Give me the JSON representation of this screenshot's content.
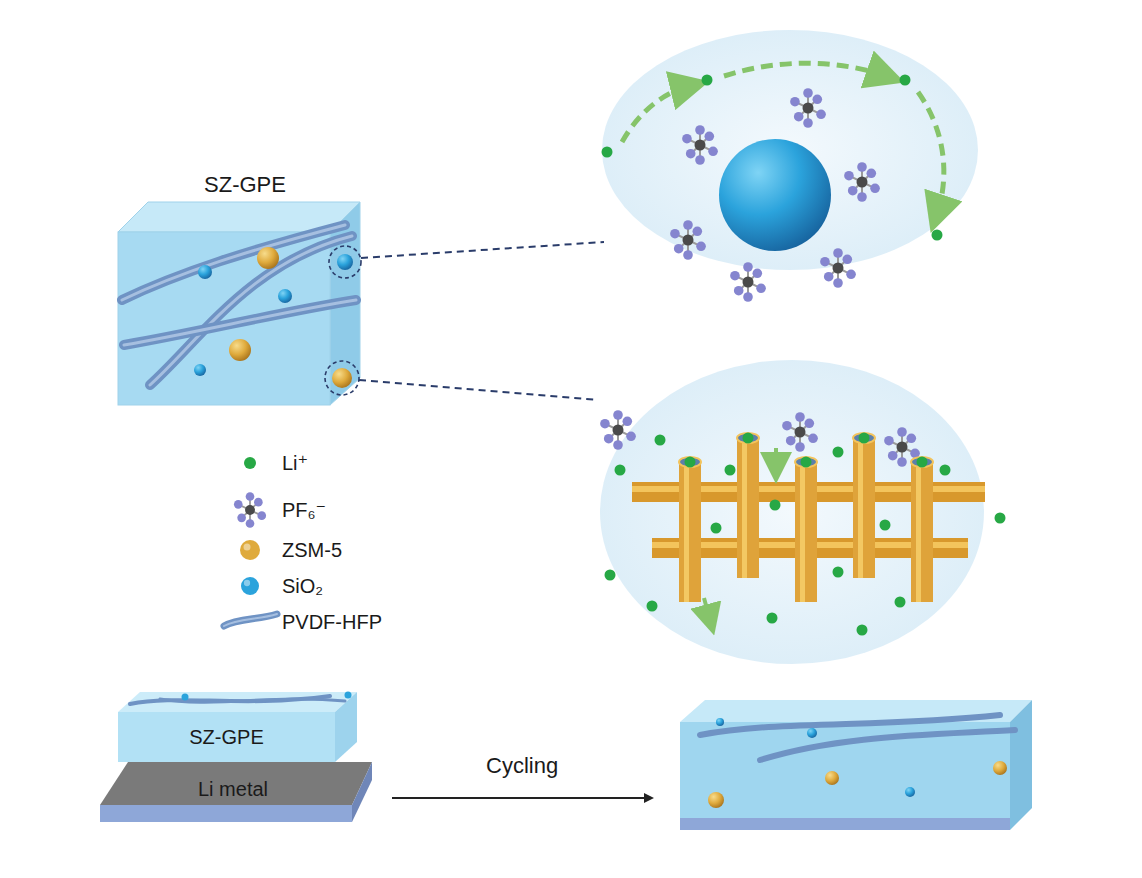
{
  "diagram": {
    "nodes": [
      {
        "text": [
          "SZ-GPE"
        ]
      },
      {
        "text": [
          "SZ-GPE"
        ]
      },
      {
        "text": [
          "Li metal"
        ]
      }
    ],
    "labels": [
      "Cycling"
    ],
    "legend": [
      {
        "text": "Li⁺",
        "color": "#27a845"
      },
      {
        "text": "PF₆⁻"
      },
      {
        "text": "ZSM-5",
        "color": "#dfaa3c"
      },
      {
        "text": "SiO₂",
        "color": "#2ba3dc"
      },
      {
        "text": "PVDF-HFP"
      }
    ]
  }
}
